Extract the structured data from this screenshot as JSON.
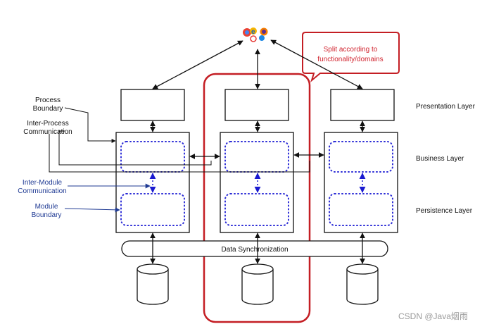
{
  "labels": {
    "process_boundary": [
      "Process",
      "Boundary"
    ],
    "inter_process": [
      "Inter-Process",
      "Communication"
    ],
    "inter_module": [
      "Inter-Module",
      "Communication"
    ],
    "module_boundary": [
      "Module",
      "Boundary"
    ],
    "presentation_layer": "Presentation Layer",
    "business_layer": "Business Layer",
    "persistence_layer": "Persistence Layer",
    "data_sync": "Data Synchronization",
    "callout": [
      "Split according to",
      "functionality/domains"
    ],
    "watermark": "CSDN @Java烟雨"
  },
  "colors": {
    "stroke": "#111111",
    "blue_dots": "#2a2ad6",
    "highlight_red": "#c41e24",
    "annotation_blue": "#1f3a93"
  },
  "icons": [
    "browser-logos-icon"
  ]
}
